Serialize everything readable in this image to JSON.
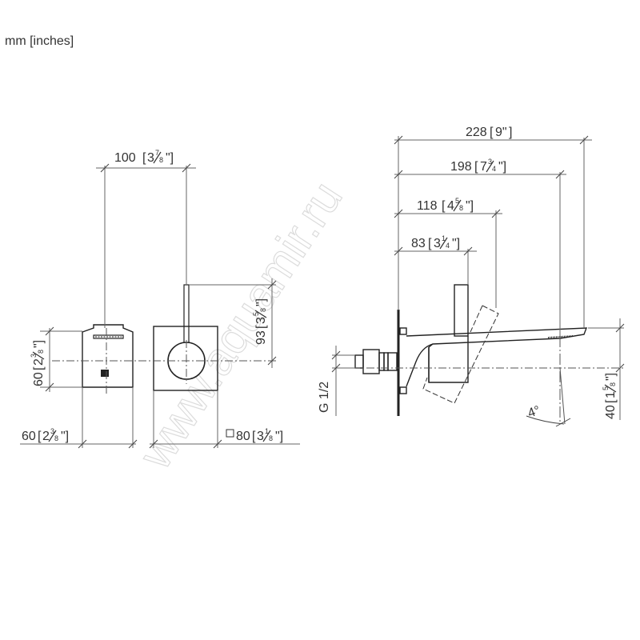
{
  "header": {
    "units_label": "mm [inches]"
  },
  "watermark": "www.aquamir.ru",
  "front_view": {
    "width_between_axes": {
      "mm": "100",
      "in_whole": "3",
      "in_num": "7",
      "in_den": "8"
    },
    "mixer_body_height": {
      "mm": "60",
      "in_whole": "2",
      "in_num": "3",
      "in_den": "8"
    },
    "mixer_body_width": {
      "mm": "60",
      "in_whole": "2",
      "in_num": "3",
      "in_den": "8"
    },
    "lever_height": {
      "mm": "93",
      "in_whole": "3",
      "in_num": "5",
      "in_den": "8"
    },
    "plate_square": {
      "symbol": "□",
      "mm": "80",
      "in_whole": "3",
      "in_num": "1",
      "in_den": "8"
    }
  },
  "side_view": {
    "overall_projection": {
      "mm": "228",
      "in_text": "9\""
    },
    "spout_projection": {
      "mm": "198",
      "in_whole": "7",
      "in_num": "3",
      "in_den": "4"
    },
    "lever_tilt_projection": {
      "mm": "118",
      "in_whole": "4",
      "in_num": "5",
      "in_den": "8"
    },
    "lever_projection": {
      "mm": "83",
      "in_whole": "3",
      "in_num": "1",
      "in_den": "4"
    },
    "thread_size": "G 1/2",
    "spout_height_above_axis": {
      "mm": "40",
      "in_whole": "1",
      "in_num": "5",
      "in_den": "8"
    },
    "spout_angle": "4°"
  },
  "colors": {
    "line": "#222222",
    "dim_line": "#666666",
    "text": "#333333",
    "watermark": "#dcdcdc"
  }
}
